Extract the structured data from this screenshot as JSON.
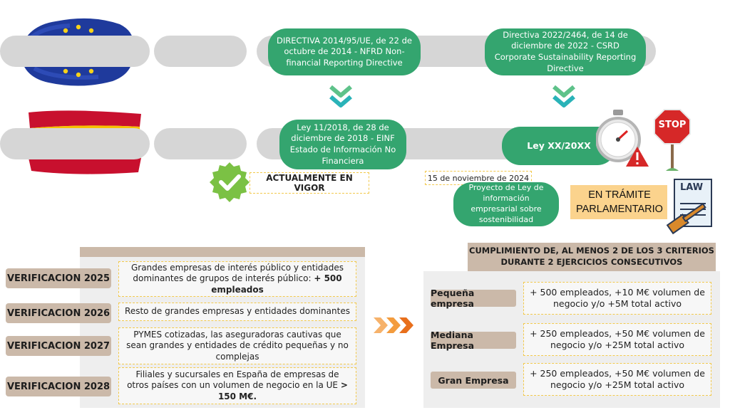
{
  "eu_row": {
    "nfrd": "DIRECTIVA 2014/95/UE, de 22 de octubre de 2014 - NFRD Non-financial Reporting Directive",
    "csrd": "Directiva 2022/2464, de 14 de diciembre de 2022 - CSRD Corporate Sustainability Reporting Directive"
  },
  "es_row": {
    "einf": "Ley 11/2018, de 28 de diciembre de 2018 - EINF Estado de Información No Financiera",
    "ley_xx": "Ley XX/20XX",
    "in_force": "ACTUALMENTE EN VIGOR",
    "stop_sign": "STOP",
    "project_date": "15 de noviembre de 2024",
    "project": "Proyecto de Ley de información empresarial sobre sostenibilidad",
    "tramite": "EN TRÁMITE PARLAMENTARIO",
    "law_doc": "LAW"
  },
  "verification": [
    {
      "label": "VERIFICACION 2025",
      "text": "Grandes empresas de interés público y entidades dominantes de grupos de interés público: ",
      "bold": "+ 500 empleados"
    },
    {
      "label": "VERIFICACION 2026",
      "text": "Resto de grandes empresas y entidades dominantes",
      "bold": ""
    },
    {
      "label": "VERIFICACION 2027",
      "text": "PYMES cotizadas, las aseguradoras cautivas que sean grandes y entidades de crédito pequeñas y no complejas",
      "bold": ""
    },
    {
      "label": "VERIFICACION 2028",
      "text": "Filiales y sucursales en España de empresas de otros países con un volumen de negocio en la UE ",
      "bold": "> 150 M€."
    }
  ],
  "criteria": {
    "title": "CUMPLIMIENTO DE, AL MENOS 2 DE LOS 3 CRITERIOS DURANTE 2 EJERCICIOS CONSECUTIVOS",
    "rows": [
      {
        "label": "Pequeña empresa",
        "text": "+ 500 empleados, +10 M€ volumen de negocio y/o +5M total activo"
      },
      {
        "label": "Mediana Empresa",
        "text": "+ 250 empleados, +50 M€ volumen de negocio y/o +25M total activo"
      },
      {
        "label": "Gran Empresa",
        "text": "+ 250 empleados, +50 M€ volumen de negocio y/o +25M total activo"
      }
    ]
  },
  "colors": {
    "green": "#34a56f",
    "grey_track": "#d6d6d6",
    "tan": "#cbb9a9",
    "dash": "#f2c94c",
    "chevron_green": "#5ec28a",
    "chevron_teal": "#2ab3b8",
    "arrow_orange": "#f0892e"
  }
}
